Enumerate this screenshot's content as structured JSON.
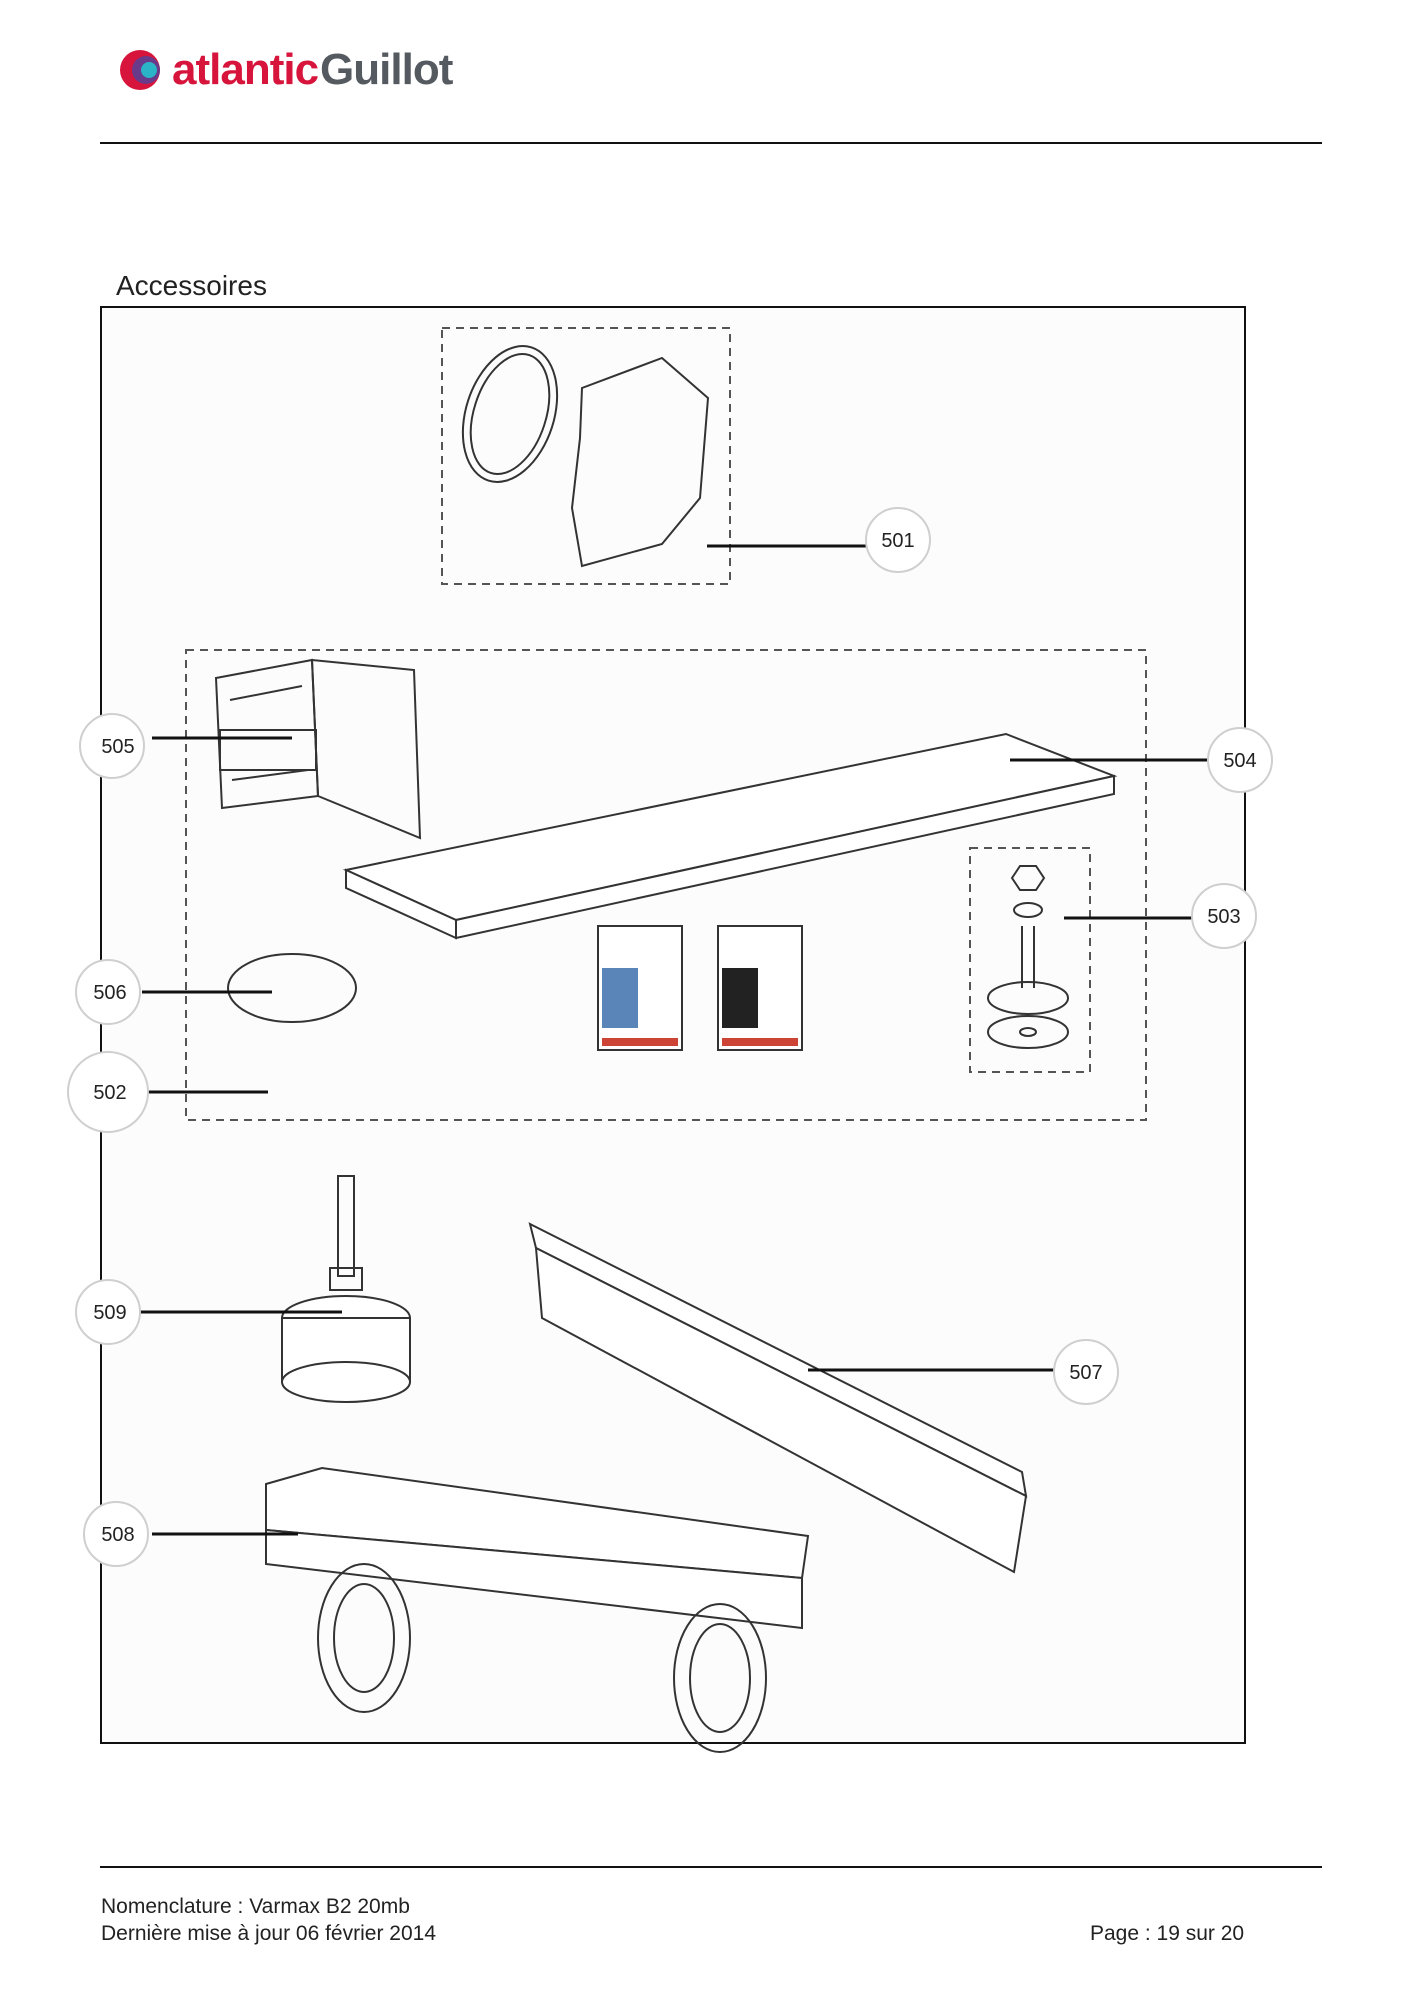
{
  "header": {
    "brand_primary": "atlantic",
    "brand_secondary": "Guillot",
    "brand_color_primary": "#d7143b",
    "brand_color_secondary": "#555a60"
  },
  "section": {
    "title": "Accessoires"
  },
  "figure": {
    "callouts": [
      "501",
      "502",
      "503",
      "504",
      "505",
      "506",
      "507",
      "508",
      "509"
    ],
    "manual_icons": [
      "manual-varmax-icon",
      "manual-controller-icon"
    ]
  },
  "footer": {
    "line1": "Nomenclature : Varmax B2 20mb",
    "line2": "Dernière mise à jour 06 février 2014",
    "page": "Page : 19 sur 20"
  }
}
